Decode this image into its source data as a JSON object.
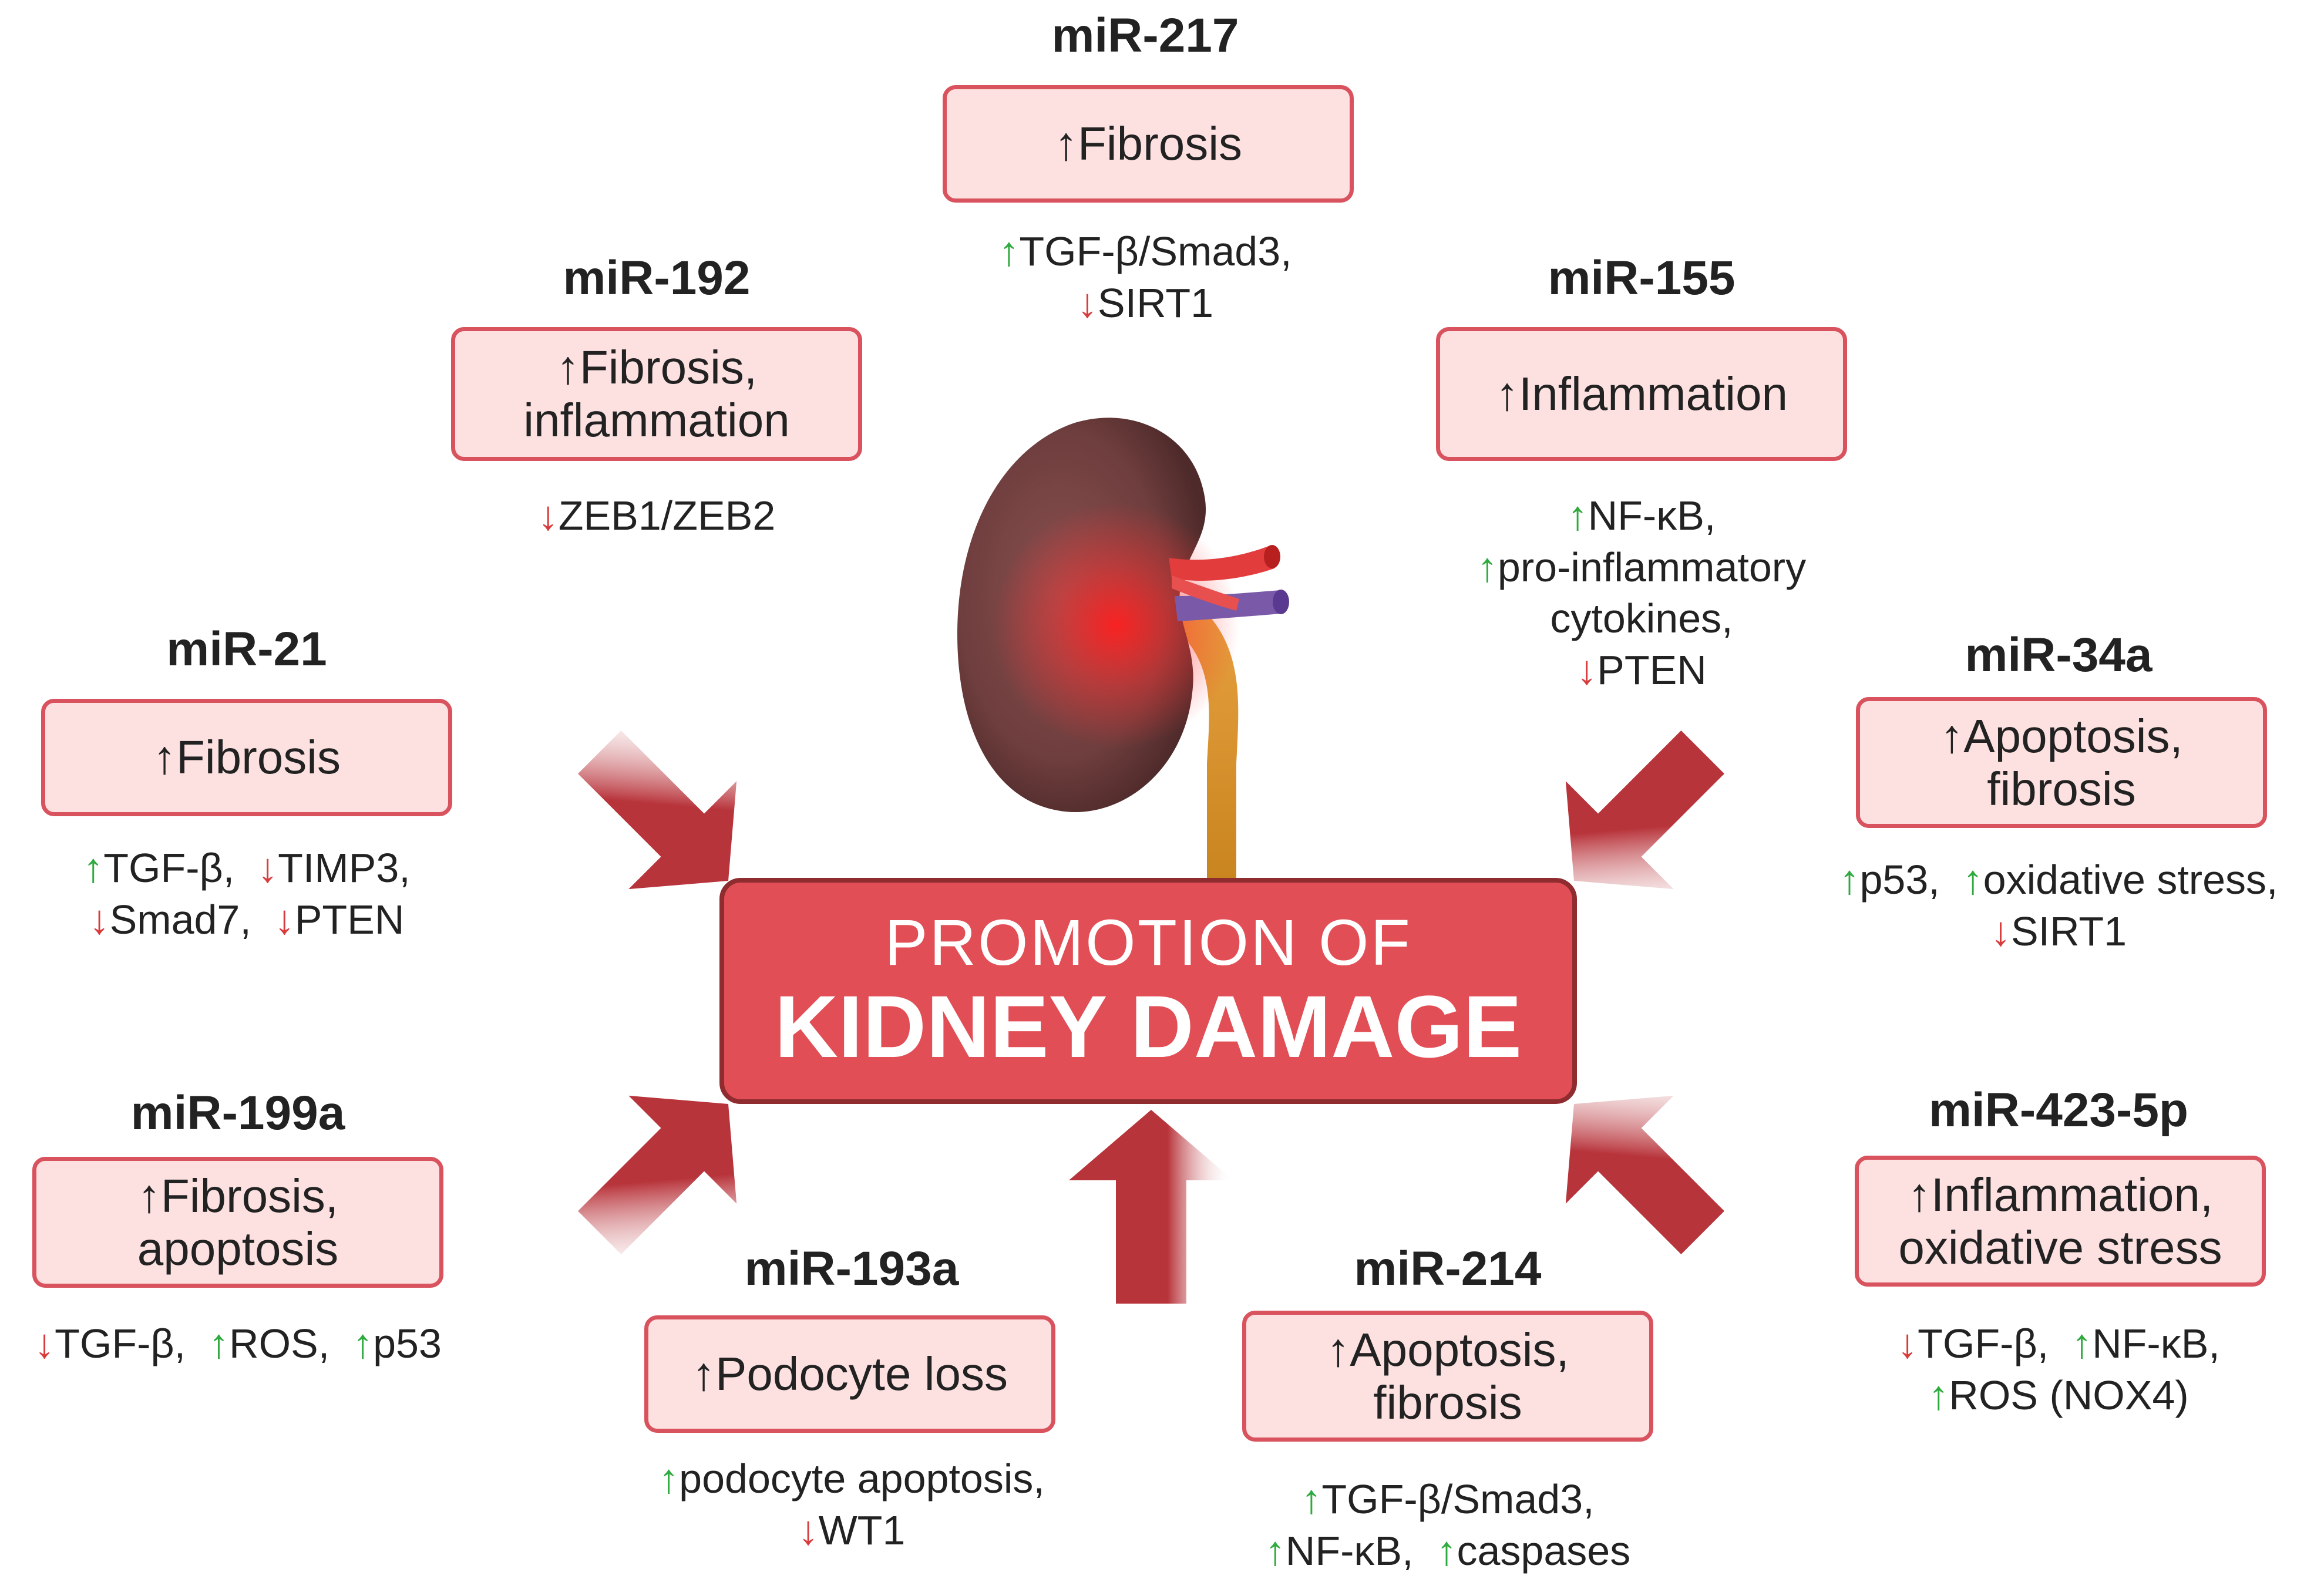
{
  "center": {
    "line1": "PROMOTION OF",
    "line2": "KIDNEY DAMAGE"
  },
  "colors": {
    "up_arrow": "#2eaa3e",
    "down_arrow": "#d83b3b",
    "box_fill": "#fde1e1",
    "box_border": "#d9535f",
    "center_fill": "#e24e55",
    "big_arrow": "#b8343b"
  },
  "icons": {
    "kidney": "kidney-icon",
    "pointer_arrows": "red-block-arrow-icon"
  },
  "symbols": {
    "up": "↑",
    "down": "↓"
  },
  "mirnas": [
    {
      "name": "miR-217",
      "box_lines": [
        "Fibrosis"
      ],
      "effects": [
        [
          {
            "dir": "up",
            "text": "TGF-β/Smad3,"
          }
        ],
        [
          {
            "dir": "down",
            "text": "SIRT1"
          }
        ]
      ]
    },
    {
      "name": "miR-192",
      "box_lines": [
        "Fibrosis,",
        "inflammation"
      ],
      "effects": [
        [
          {
            "dir": "down",
            "text": "ZEB1/ZEB2"
          }
        ]
      ]
    },
    {
      "name": "miR-155",
      "box_lines": [
        "Inflammation"
      ],
      "effects": [
        [
          {
            "dir": "up",
            "text": "NF-κB,"
          }
        ],
        [
          {
            "dir": "up",
            "text": "pro-inflammatory"
          }
        ],
        [
          {
            "dir": "",
            "text": "cytokines,"
          }
        ],
        [
          {
            "dir": "down",
            "text": "PTEN"
          }
        ]
      ]
    },
    {
      "name": "miR-21",
      "box_lines": [
        "Fibrosis"
      ],
      "effects": [
        [
          {
            "dir": "up",
            "text": "TGF-β,"
          },
          {
            "dir": "down",
            "text": "TIMP3,"
          }
        ],
        [
          {
            "dir": "down",
            "text": "Smad7,"
          },
          {
            "dir": "down",
            "text": "PTEN"
          }
        ]
      ]
    },
    {
      "name": "miR-34a",
      "box_lines": [
        "Apoptosis,",
        "fibrosis"
      ],
      "effects": [
        [
          {
            "dir": "up",
            "text": "p53,"
          },
          {
            "dir": "up",
            "text": "oxidative stress,"
          }
        ],
        [
          {
            "dir": "down",
            "text": "SIRT1"
          }
        ]
      ]
    },
    {
      "name": "miR-199a",
      "box_lines": [
        "Fibrosis,",
        "apoptosis"
      ],
      "effects": [
        [
          {
            "dir": "down",
            "text": "TGF-β,"
          },
          {
            "dir": "up",
            "text": "ROS,"
          },
          {
            "dir": "up",
            "text": "p53"
          }
        ]
      ]
    },
    {
      "name": "miR-193a",
      "box_lines": [
        "Podocyte loss"
      ],
      "effects": [
        [
          {
            "dir": "up",
            "text": "podocyte apoptosis,"
          }
        ],
        [
          {
            "dir": "down",
            "text": "WT1"
          }
        ]
      ]
    },
    {
      "name": "miR-214",
      "box_lines": [
        "Apoptosis,",
        "fibrosis"
      ],
      "effects": [
        [
          {
            "dir": "up",
            "text": "TGF-β/Smad3,"
          }
        ],
        [
          {
            "dir": "up",
            "text": "NF-κB,"
          },
          {
            "dir": "up",
            "text": "caspases"
          }
        ]
      ]
    },
    {
      "name": "miR-423-5p",
      "box_lines": [
        "Inflammation,",
        "oxidative stress"
      ],
      "effects": [
        [
          {
            "dir": "down",
            "text": "TGF-β,"
          },
          {
            "dir": "up",
            "text": "NF-κB,"
          }
        ],
        [
          {
            "dir": "up",
            "text": "ROS (NOX4)"
          }
        ]
      ]
    }
  ]
}
